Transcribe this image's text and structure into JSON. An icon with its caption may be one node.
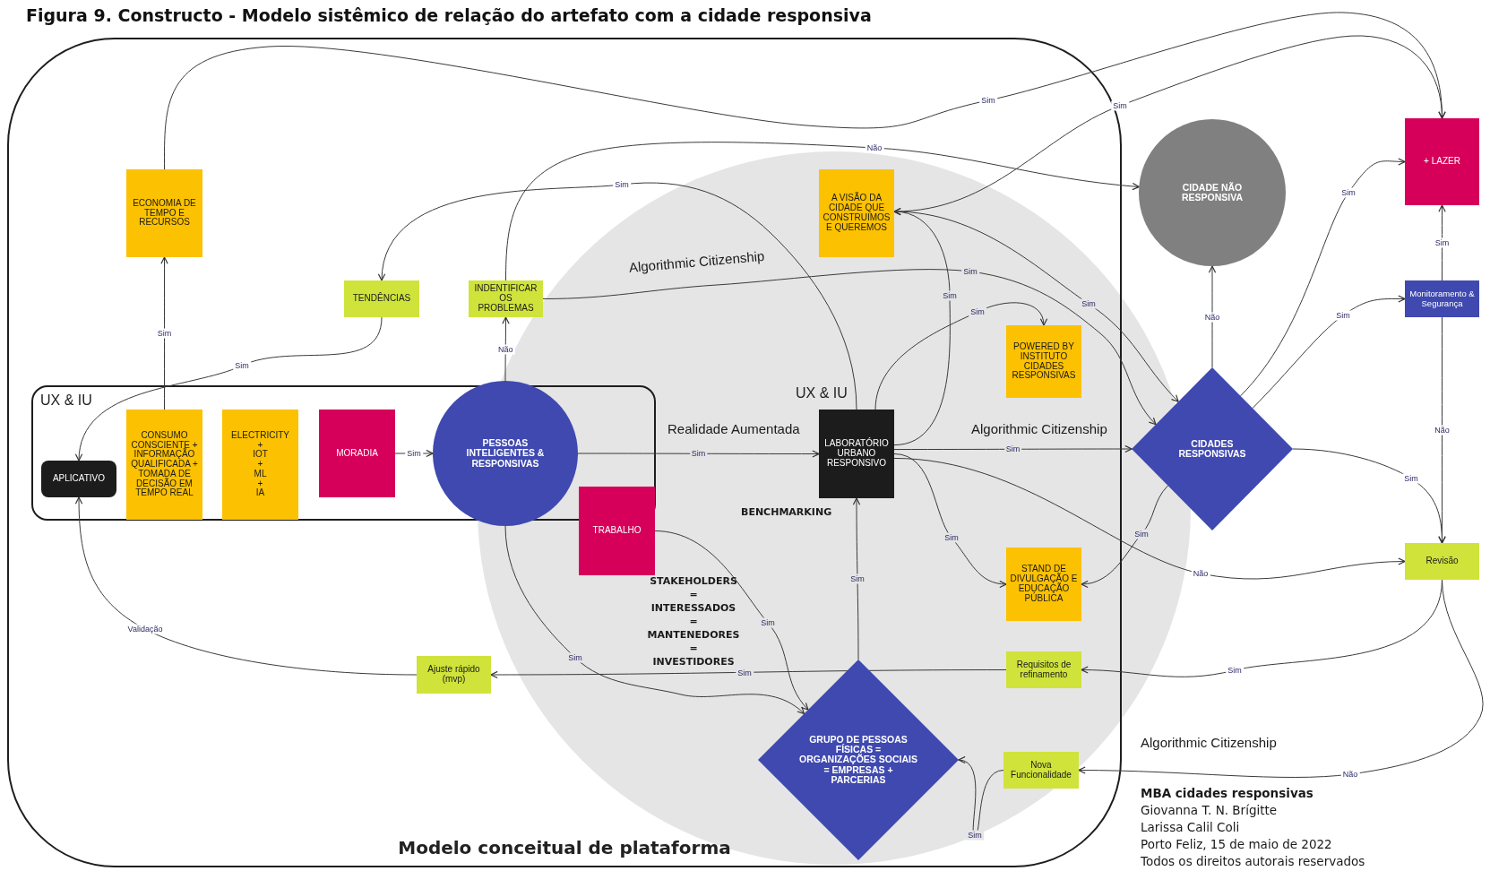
{
  "diagram": {
    "title": "Figura 9. Constructo - Modelo sistêmico de relação do artefato com a cidade responsiva",
    "nodes": [
      {
        "text": [
          "Modelo conceitual de plataforma"
        ]
      },
      {
        "text": [
          "ECONOMIA DE TEMPO E RECURSOS"
        ],
        "in": 0
      },
      {
        "text": [
          "A VISÃO DA CIDADE QUE CONSTRUIMOS E QUEREMOS"
        ],
        "in": 0
      },
      {
        "text": [
          "CIDADE NÃO RESPONSIVA"
        ]
      },
      {
        "text": [
          "+ LAZER"
        ]
      },
      {
        "text": [
          "TENDÊNCIAS"
        ],
        "in": 0
      },
      {
        "text": [
          "INDENTIFICAR OS PROBLEMAS"
        ],
        "in": 0
      },
      {
        "text": [
          "Monitoramento & Segurança"
        ]
      },
      {
        "text": [
          "POWERED BY INSTITUTO CIDADES RESPONSIVAS"
        ],
        "in": 0
      },
      {
        "text": [
          "UX & IU"
        ],
        "in": 0
      },
      {
        "text": [
          "APLICATIVO"
        ],
        "in": 9
      },
      {
        "text": [
          "CONSUMO CONSCIENTE + INFORMAÇÃO QUALIFICADA + TOMADA DE DECISÃO EM TEMPO REAL"
        ],
        "in": 9
      },
      {
        "text": [
          "ELECTRICITY + IOT + ML + IA"
        ],
        "in": 9
      },
      {
        "text": [
          "MORADIA"
        ],
        "in": 9
      },
      {
        "text": [
          "PESSOAS INTELIGENTES & RESPONSIVAS"
        ],
        "in": 9
      },
      {
        "text": [
          "UX & IU",
          "LABORATÓRIO URBANO RESPONSIVO"
        ],
        "in": 0
      },
      {
        "text": [
          "CIDADES RESPONSIVAS"
        ]
      },
      {
        "text": [
          "TRABALHO"
        ],
        "in": 0
      },
      {
        "text": [
          "Revisão"
        ]
      },
      {
        "text": [
          "STAND DE DIVULGAÇÃO E EDUCAÇÃO PÚBLICA"
        ],
        "in": 0
      },
      {
        "text": [
          "Requisitos de refinamento"
        ],
        "in": 0
      },
      {
        "text": [
          "Ajuste rápido (mvp)"
        ],
        "in": 0
      },
      {
        "text": [
          "GRUPO DE PESSOAS FÍSICAS = ORGANIZAÇÕES SOCIAIS = EMPRESAS + PARCERIAS"
        ],
        "in": 0
      },
      {
        "text": [
          "Nova Funcionalidade"
        ],
        "in": 0
      }
    ],
    "edges": [
      {
        "from": 11,
        "to": 1,
        "arrow": "to",
        "label": "Sim"
      },
      {
        "from": 1,
        "to": 4,
        "arrow": "to",
        "label": "Sim"
      },
      {
        "from": 4,
        "to": 2,
        "arrow": "both",
        "label": "Sim"
      },
      {
        "from": 5,
        "to": 10,
        "arrow": "to",
        "label": "Sim"
      },
      {
        "from": 15,
        "to": 5,
        "arrow": "to",
        "label": "Sim"
      },
      {
        "from": 6,
        "to": 3,
        "arrow": "to",
        "label": "Não"
      },
      {
        "from": 14,
        "to": 6,
        "arrow": "to",
        "label": "Não"
      },
      {
        "from": 6,
        "to": 16,
        "arrow": "to",
        "label": "Sim"
      },
      {
        "from": 13,
        "to": 14,
        "arrow": "to",
        "label": "Sim"
      },
      {
        "from": 14,
        "to": 15,
        "arrow": "to",
        "label": "Sim"
      },
      {
        "from": 15,
        "to": 16,
        "arrow": "to",
        "label": "Sim"
      },
      {
        "from": 15,
        "to": 2,
        "arrow": "to",
        "label": "Sim"
      },
      {
        "from": 2,
        "to": 16,
        "arrow": "to",
        "label": "Sim"
      },
      {
        "from": 15,
        "to": 8,
        "arrow": "to",
        "label": "Sim"
      },
      {
        "from": 15,
        "to": 19,
        "arrow": "to",
        "label": "Sim"
      },
      {
        "from": 16,
        "to": 19,
        "arrow": "to",
        "label": "Sim"
      },
      {
        "from": 15,
        "to": 18,
        "arrow": "to",
        "label": "Não"
      },
      {
        "from": 16,
        "to": 3,
        "arrow": "to",
        "label": "Não"
      },
      {
        "from": 16,
        "to": 4,
        "arrow": "to",
        "label": "Sim"
      },
      {
        "from": 16,
        "to": 7,
        "arrow": "to",
        "label": "Sim"
      },
      {
        "from": 7,
        "to": 4,
        "arrow": "to",
        "label": "Sim"
      },
      {
        "from": 7,
        "to": 18,
        "arrow": "to",
        "label": "Não"
      },
      {
        "from": 16,
        "to": 18,
        "arrow": "to",
        "label": "Sim"
      },
      {
        "from": 18,
        "to": 20,
        "arrow": "to",
        "label": "Sim"
      },
      {
        "from": 18,
        "to": 23,
        "arrow": "to",
        "label": "Não"
      },
      {
        "from": 20,
        "to": 21,
        "arrow": "to",
        "label": "Sim"
      },
      {
        "from": 21,
        "to": 10,
        "arrow": "to",
        "label": "Validação"
      },
      {
        "from": 22,
        "to": 15,
        "arrow": "to",
        "label": "Sim"
      },
      {
        "from": 17,
        "to": 22,
        "arrow": "to",
        "label": "Sim"
      },
      {
        "from": 14,
        "to": 22,
        "arrow": "to",
        "label": "Sim"
      },
      {
        "from": 23,
        "to": 22,
        "arrow": "to",
        "label": "Sim"
      }
    ],
    "labels": [
      "Algorithmic Citizenship",
      "Realidade Aumentada",
      "Algorithmic Citizenship",
      "BENCHMARKING",
      "STAKEHOLDERS",
      "=",
      "INTERESSADOS",
      "=",
      "MANTENEDORES",
      "=",
      "INVESTIDORES",
      "Algorithmic Citizenship",
      "MBA cidades responsivas",
      "Giovanna T. N. Brígitte",
      "Larissa Calil Coli",
      "Porto Feliz, 15 de maio de 2022",
      "Todos os direitos autorais reservados"
    ]
  }
}
